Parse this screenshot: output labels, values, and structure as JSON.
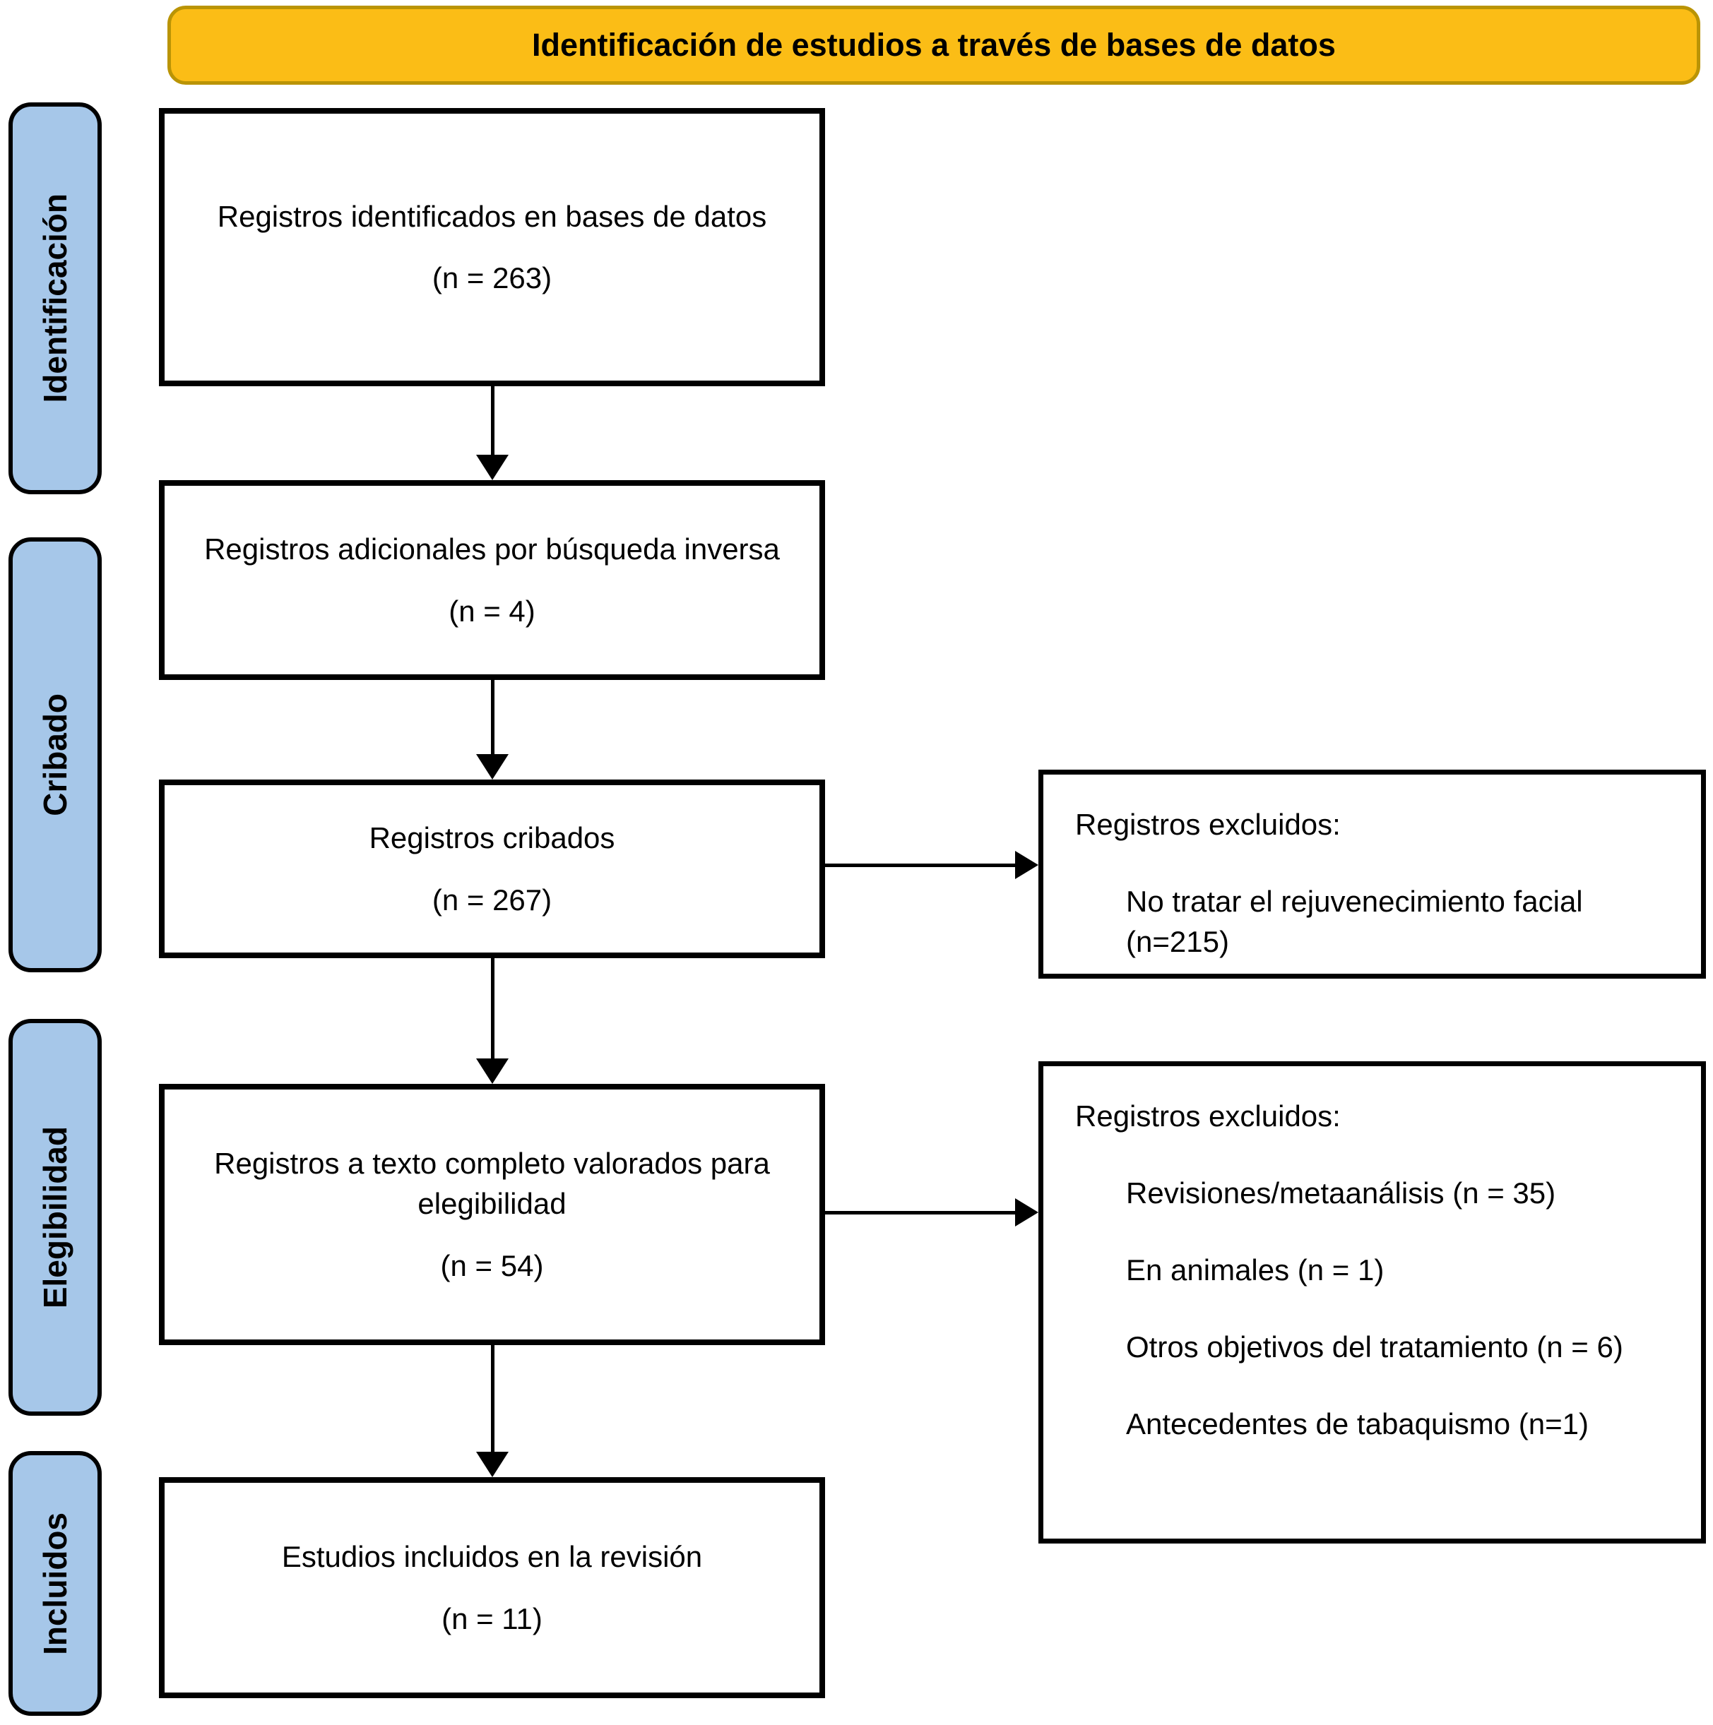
{
  "banner": {
    "title": "Identificación de estudios a través de bases de datos"
  },
  "sidebar": {
    "stages": [
      {
        "label": "Identificación"
      },
      {
        "label": "Cribado"
      },
      {
        "label": "Elegibilidad"
      },
      {
        "label": "Incluidos"
      }
    ]
  },
  "flow": {
    "boxes": [
      {
        "title": "Registros identificados en bases de datos",
        "count": "(n = 263)"
      },
      {
        "title": "Registros adicionales por búsqueda inversa",
        "count": "(n = 4)"
      },
      {
        "title": "Registros cribados",
        "count": "(n = 267)"
      },
      {
        "title": "Registros a texto completo valorados para elegibilidad",
        "count": "(n = 54)"
      },
      {
        "title": "Estudios incluidos en la revisión",
        "count": "(n = 11)"
      }
    ]
  },
  "exclusions": [
    {
      "heading": "Registros excluidos:",
      "items": [
        "No tratar el rejuvenecimiento facial (n=215)"
      ]
    },
    {
      "heading": "Registros excluidos:",
      "items": [
        "Revisiones/metaanálisis (n = 35)",
        "En animales (n = 1)",
        "Otros objetivos del tratamiento (n = 6)",
        "Antecedentes de tabaquismo (n=1)"
      ]
    }
  ],
  "colors": {
    "banner_fill": "#FBBD16",
    "banner_border": "#BA9405",
    "stage_fill": "#A6C7E9",
    "stage_border": "#000000",
    "box_fill": "#FFFFFF",
    "box_border": "#000000",
    "arrow": "#000000"
  }
}
